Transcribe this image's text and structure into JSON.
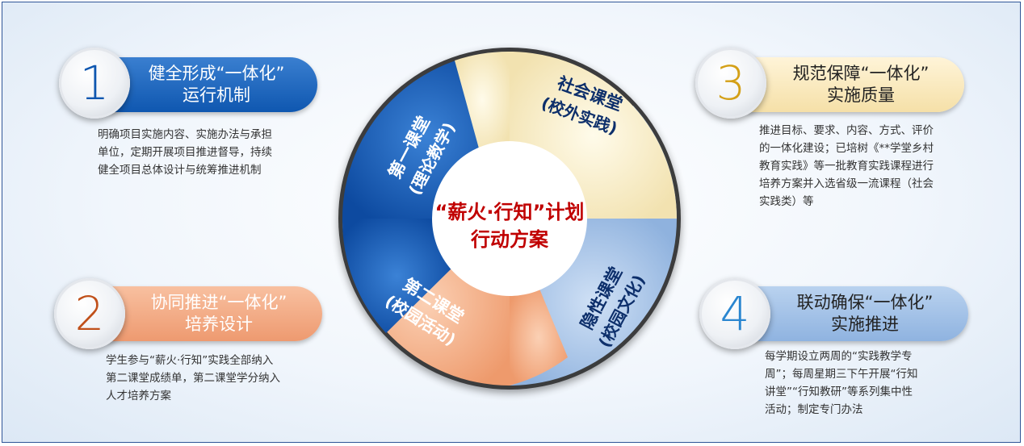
{
  "center": {
    "line1": "“薪火·行知”计划",
    "line2": "行动方案"
  },
  "segments": {
    "first": {
      "line1": "第一课堂",
      "line2": "(理论教学)"
    },
    "social": {
      "line1": "社会课堂",
      "line2": "(校外实践)"
    },
    "second": {
      "line1": "第二课堂",
      "line2": "(校园活动)"
    },
    "hidden": {
      "line1": "隐性课堂",
      "line2": "(校园文化)"
    }
  },
  "cards": [
    {
      "num": "1",
      "title1": "健全形成“一体化”",
      "title2": "运行机制",
      "desc": [
        "明确项目实施内容、实施办法与承担",
        "单位，定期开展项目推进督导，持续",
        "健全项目总体设计与统筹推进机制"
      ]
    },
    {
      "num": "2",
      "title1": "协同推进“一体化”",
      "title2": "培养设计",
      "desc": [
        "学生参与“薪火·行知”实践全部纳入",
        "第二课堂成绩单，第二课堂学分纳入",
        "人才培养方案"
      ]
    },
    {
      "num": "3",
      "title1": "规范保障“一体化”",
      "title2": "实施质量",
      "desc": [
        "推进目标、要求、内容、方式、评价",
        "的一体化建设；已培树《**学堂乡村",
        "教育实践》等一批教育实践课程进行",
        "培养方案并入选省级一流课程（社会",
        "实践类）等"
      ]
    },
    {
      "num": "4",
      "title1": "联动确保“一体化”",
      "title2": "实施推进",
      "desc": [
        "每学期设立两周的“实践教学专",
        "周”；每周星期三下午开展“行知",
        "讲堂”“行知教研”等系列集中性",
        "活动；制定专门办法"
      ]
    }
  ],
  "colors": {
    "blue": "#0f57b0",
    "orange": "#c0501a",
    "gold": "#d4a017",
    "light-blue": "#2a86d0",
    "center-red": "#c00000"
  }
}
